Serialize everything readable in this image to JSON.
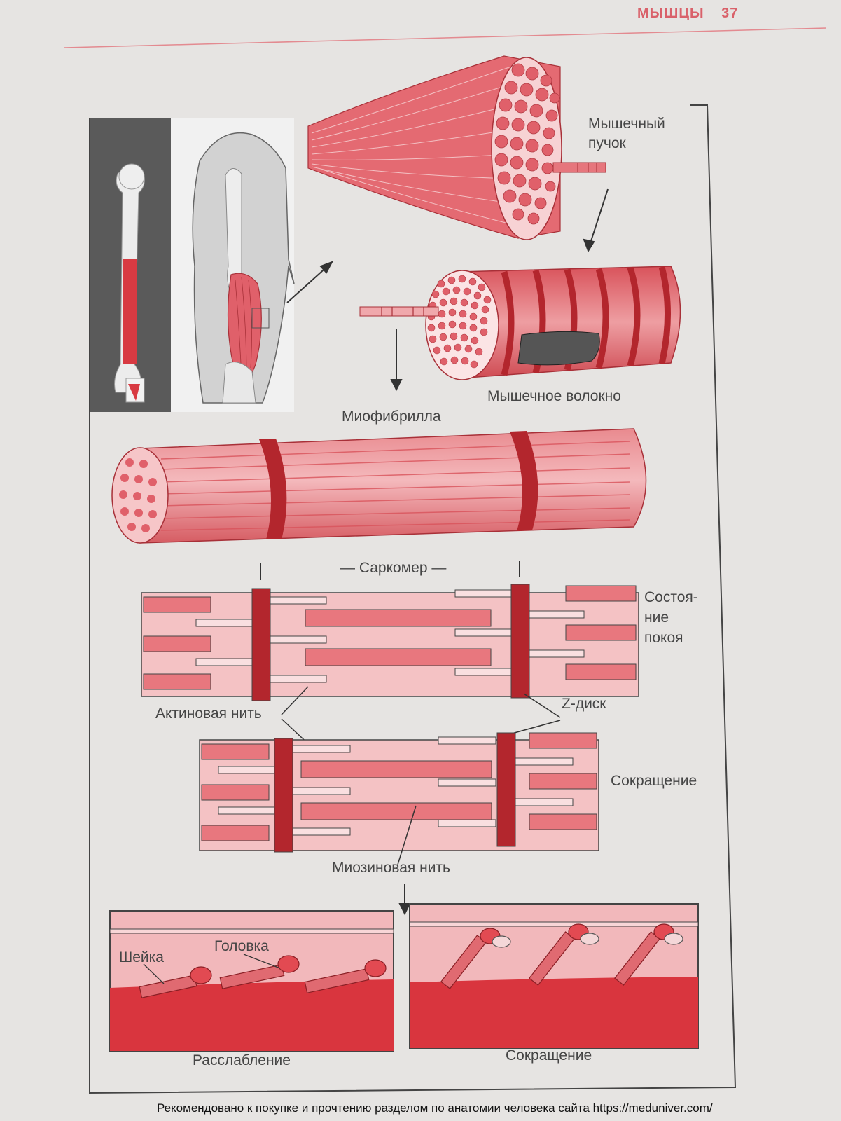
{
  "header": {
    "section": "МЫШЦЫ",
    "page_number": "37"
  },
  "labels": {
    "muscle_bundle": [
      "Мышечный",
      "пучок"
    ],
    "muscle_fiber": "Мышечное волокно",
    "myofibril": "Миофибрилла",
    "sarcomere": "— Саркомер —",
    "rest_state": [
      "Состоя-",
      "ние",
      "покоя"
    ],
    "actin_filament": "Актиновая нить",
    "z_disc": "Z-диск",
    "contraction": "Сокращение",
    "myosin_filament": "Миозиновая нить",
    "neck": "Шейка",
    "head": "Головка",
    "relaxation": "Расслабление",
    "contraction_bottom": "Сокращение"
  },
  "footer": "Рекомендовано к покупке и прочтению разделом по анатомии человека сайта https://meduniver.com/",
  "colors": {
    "page": "#e6e4e2",
    "muscle_red": "#d9535b",
    "light_pink": "#f0a8ac",
    "pale_pink": "#f5c6c8",
    "dark_red": "#b3262d",
    "accent_head": "#d9616a"
  }
}
